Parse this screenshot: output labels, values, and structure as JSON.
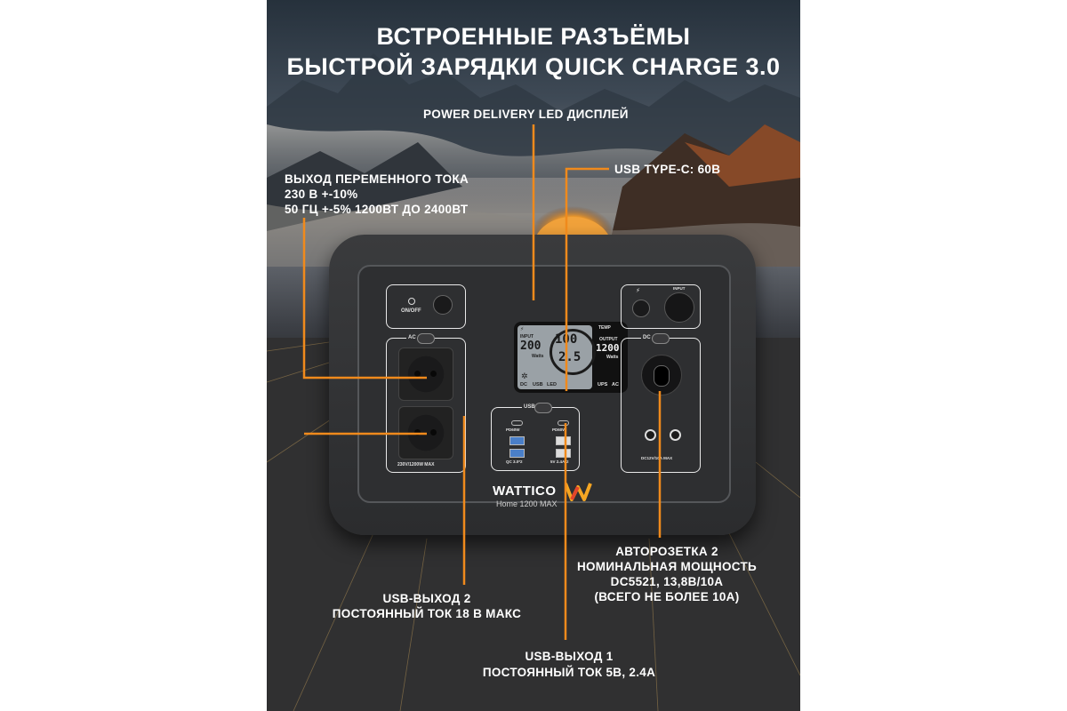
{
  "title": {
    "line1": "ВСТРОЕННЫЕ РАЗЪЁМЫ",
    "line2": "БЫСТРОЙ ЗАРЯДКИ QUICK CHARGE 3.0"
  },
  "callouts": {
    "display": "POWER DELIVERY LED ДИСПЛЕЙ",
    "usb_c": "USB TYPE-C: 60В",
    "ac": {
      "line1": "ВЫХОД ПЕРЕМЕННОГО ТОКА",
      "line2": "230 В +-10%",
      "line3": "50 ГЦ +-5% 1200ВТ ДО 2400ВТ"
    },
    "car_socket": {
      "line1": "АВТОРОЗЕТКА 2",
      "line2": "НОМИНАЛЬНАЯ МОЩНОСТЬ",
      "line3": "DC5521, 13,8В/10А",
      "line4": "(ВСЕГО НЕ БОЛЕЕ 10А)"
    },
    "usb2": {
      "line1": "USB-ВЫХОД 2",
      "line2": "ПОСТОЯННЫЙ ТОК 18 В МАКС"
    },
    "usb1": {
      "line1": "USB-ВЫХОД 1",
      "line2": "ПОСТОЯННЫЙ ТОК 5В, 2.4А"
    }
  },
  "device": {
    "on_off": "ON/OFF",
    "ac_label": "AC",
    "ac_rating": "230V/1200W MAX",
    "usb_label": "USB",
    "pd_left": "PD60W",
    "pd_right": "PD60W",
    "qc_left": "QC 3.0*2",
    "usb_right": "5V 2.4A*2",
    "dc_label": "DC",
    "dc_rating": "DC12V/10A MAX",
    "input_label": "INPUT",
    "display": {
      "input_label": "INPUT",
      "input_value": "200",
      "input_unit": "Watts",
      "percent": "100",
      "hours": "2.5",
      "temp_label": "TEMP",
      "output_label": "OUTPUT",
      "output_value": "1200",
      "output_unit": "Watts",
      "dc": "DC",
      "usb": "USB",
      "led": "LED",
      "ups": "UPS",
      "ac": "AC"
    },
    "brand": "WATTICO",
    "model": "Home 1200 MAX"
  },
  "colors": {
    "accent": "#f08a1c",
    "text": "#ffffff",
    "device_body": "#2e2f31"
  }
}
